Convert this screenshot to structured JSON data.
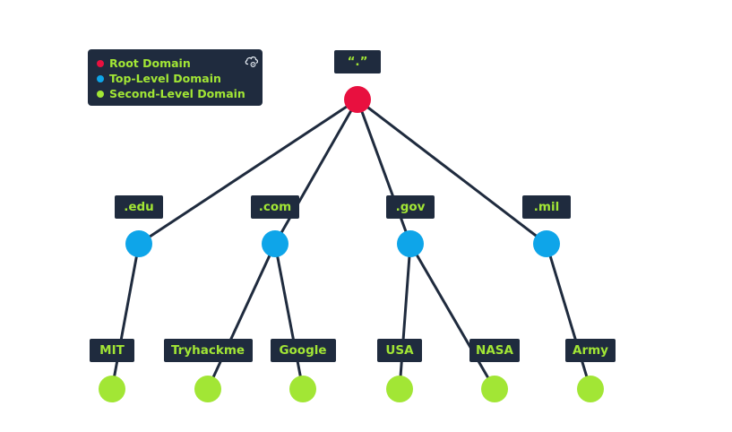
{
  "colors": {
    "panel": "#1f2b3e",
    "edge": "#1f2b3e",
    "label_text": "#a2e635",
    "root": "#e8103f",
    "tld": "#0ea5e9",
    "sld": "#a2e635"
  },
  "legend": {
    "icon": "cloud-settings-icon",
    "items": [
      {
        "label": "Root Domain",
        "color": "#e8103f"
      },
      {
        "label": "Top-Level Domain",
        "color": "#0ea5e9"
      },
      {
        "label": "Second-Level Domain",
        "color": "#a2e635"
      }
    ]
  },
  "tree": {
    "root": {
      "label": "“.”"
    },
    "tlds": [
      {
        "label": ".edu",
        "children": [
          "MIT"
        ]
      },
      {
        "label": ".com",
        "children": [
          "Tryhackme",
          "Google"
        ]
      },
      {
        "label": ".gov",
        "children": [
          "USA",
          "NASA"
        ]
      },
      {
        "label": ".mil",
        "children": [
          "Army"
        ]
      }
    ]
  }
}
